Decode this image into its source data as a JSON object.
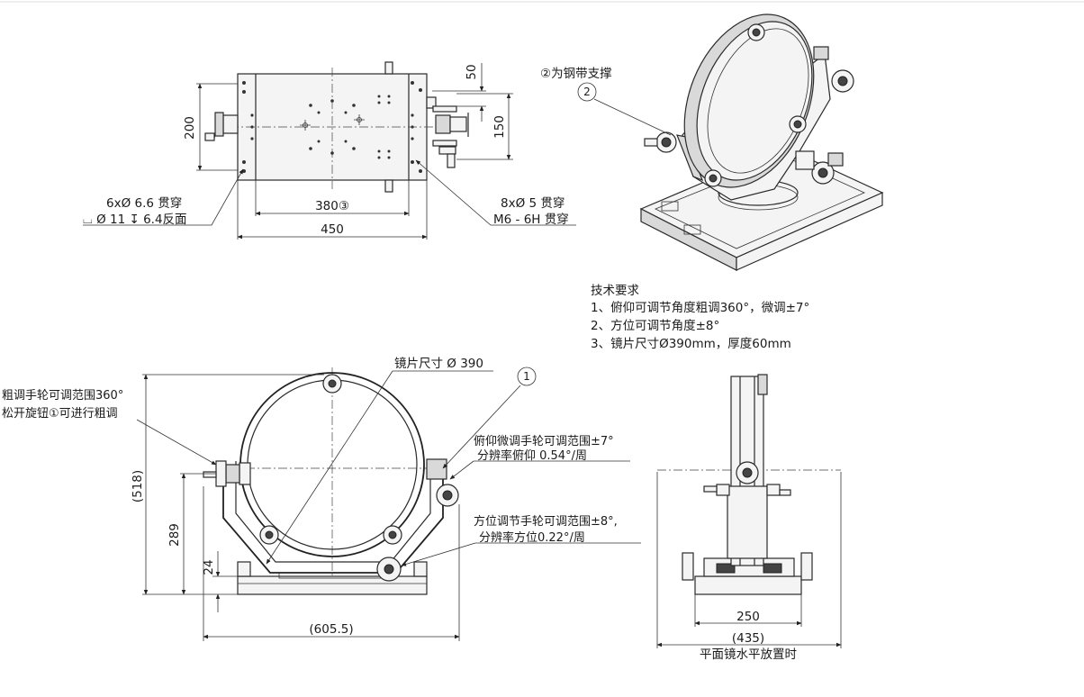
{
  "plan_view": {
    "dim_200": "200",
    "dim_50": "50",
    "dim_150": "150",
    "dim_380": "380③",
    "dim_450": "450",
    "hole_note_1": "6xØ  6.6 贯穿",
    "hole_note_2": "⌴ Ø  11 ↧ 6.4反面",
    "hole_note_3": "8xØ  5 贯穿",
    "hole_note_4": "M6 - 6H 贯穿"
  },
  "iso_view": {
    "callout_text": "②为钢带支撑",
    "balloon": "2"
  },
  "tech_req": {
    "title": "技术要求",
    "items": [
      "1、俯仰可调节角度粗调360°，微调±7°",
      "2、方位可调节角度±8°",
      "3、镜片尺寸Ø390mm，厚度60mm"
    ]
  },
  "front_view": {
    "mirror_size": "镜片尺寸 Ø 390",
    "balloon": "1",
    "coarse_note_1": "粗调手轮可调范围360°",
    "coarse_note_2": "松开旋钮①可进行粗调",
    "pitch_note_1": "俯仰微调手轮可调范围±7°",
    "pitch_note_2": "分辨率俯仰 0.54°/周",
    "azimuth_note_1": "方位调节手轮可调范围±8°,",
    "azimuth_note_2": "分辨率方位0.22°/周",
    "dim_518": "(518)",
    "dim_289": "289",
    "dim_24": "24",
    "dim_605": "(605.5)"
  },
  "side_view": {
    "dim_250": "250",
    "dim_435": "(435)",
    "caption": "平面镜水平放置时"
  }
}
